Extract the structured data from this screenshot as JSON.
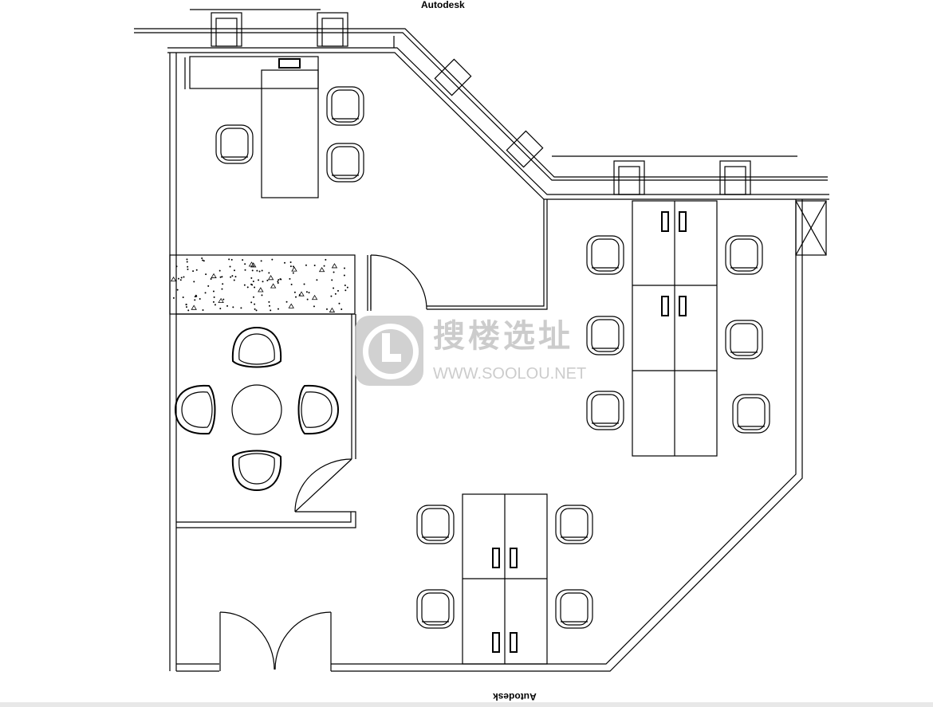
{
  "labels": {
    "top_caption": "Autodesk",
    "bottom_caption": "Autodesk"
  },
  "watermark": {
    "chinese": "搜楼选址",
    "url": "WWW.SOOLOU.NET"
  },
  "colors": {
    "line": "#000000",
    "watermark": "#c4c4c4"
  }
}
